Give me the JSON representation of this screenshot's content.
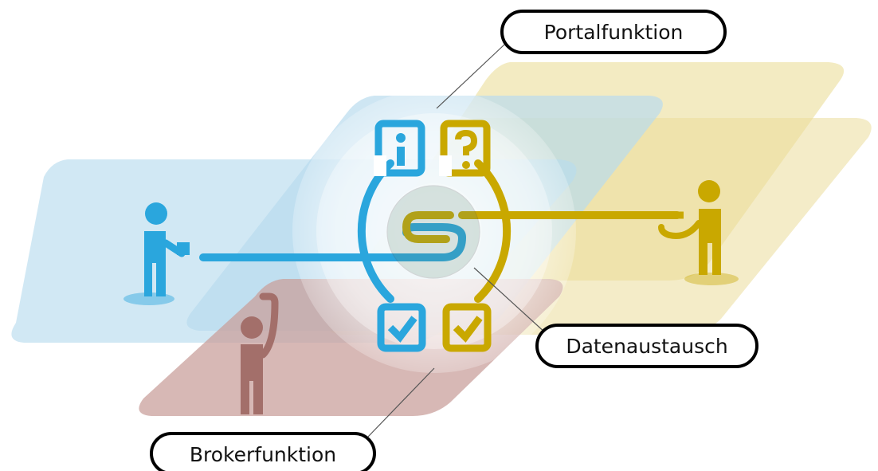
{
  "callouts": {
    "portal": "Portalfunktion",
    "exchange": "Datenaustausch",
    "broker": "Brokerfunktion"
  },
  "colors": {
    "blue": "#2aa6dd",
    "blue_plane": "#b9dcee",
    "gold": "#c9a800",
    "gold_plane": "#ebdd9a",
    "rose": "#a36f6a",
    "rose_plane": "#c9a09c",
    "label_border": "#000000"
  },
  "icons": [
    "person-icon",
    "info-icon",
    "question-icon",
    "check-icon",
    "exchange-hook-icon"
  ]
}
